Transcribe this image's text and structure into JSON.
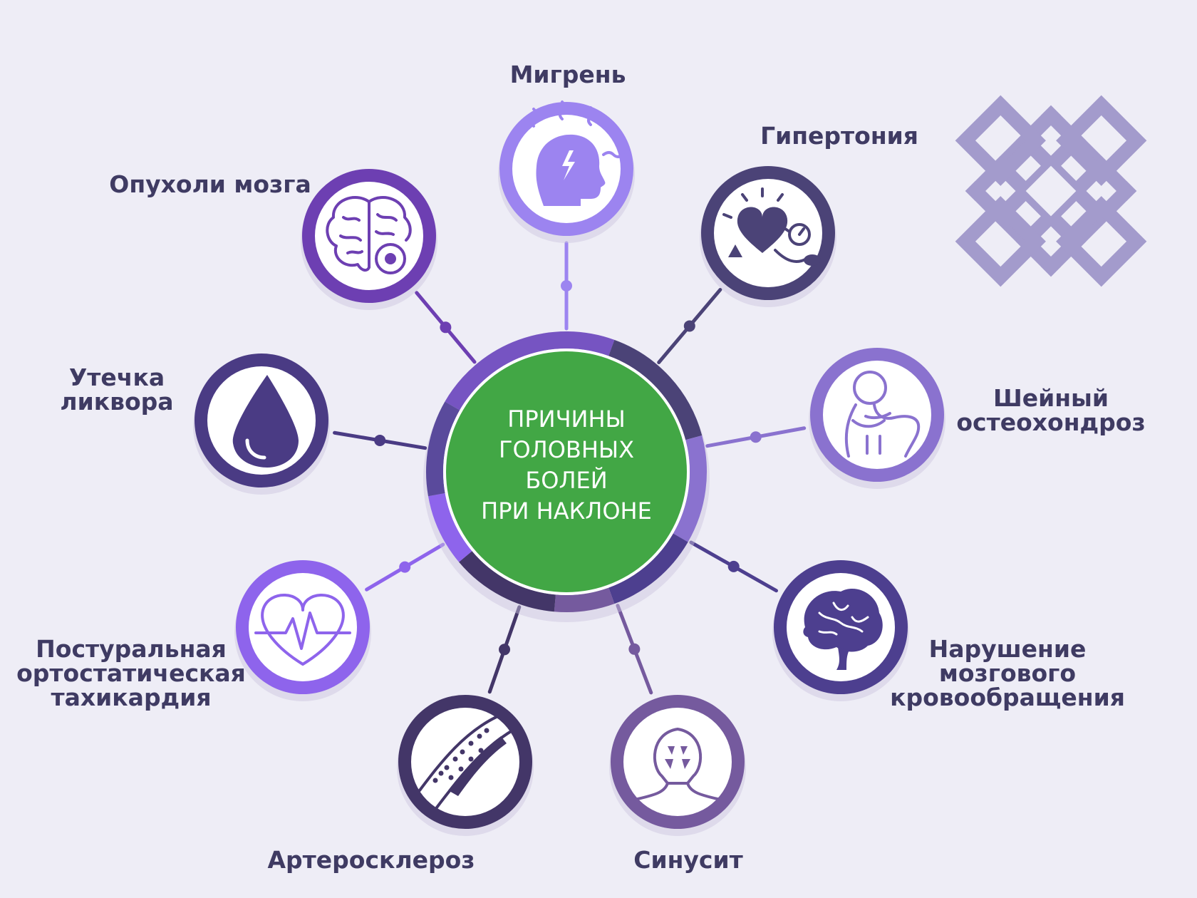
{
  "center": {
    "lines": [
      "ПРИЧИНЫ",
      "ГОЛОВНЫХ",
      "БОЛЕЙ",
      "ПРИ НАКЛОНЕ"
    ],
    "fill": "#42a745"
  },
  "colors": {
    "background": "#eeedf6",
    "label": "#3f3b63",
    "knot": "#a39bcc"
  },
  "nodes": [
    {
      "id": "migraine",
      "label": [
        "Мигрень"
      ],
      "icon": "migraine-head-icon",
      "color": "#9c84f0"
    },
    {
      "id": "hypertension",
      "label": [
        "Гипертония"
      ],
      "icon": "heart-blood-pressure-icon",
      "color": "#4b4377"
    },
    {
      "id": "osteochondrosis",
      "label": [
        "Шейный",
        "остеохондроз"
      ],
      "icon": "neck-pain-icon",
      "color": "#8a72cf"
    },
    {
      "id": "circulation",
      "label": [
        "Нарушение",
        "мозгового",
        "кровообращения"
      ],
      "icon": "brain-vessels-icon",
      "color": "#4d3f8f"
    },
    {
      "id": "sinusitis",
      "label": [
        "Синусит"
      ],
      "icon": "sinus-icon",
      "color": "#755a9e"
    },
    {
      "id": "atherosclerosis",
      "label": [
        "Артеросклероз"
      ],
      "icon": "artery-plaque-icon",
      "color": "#433668"
    },
    {
      "id": "tachycardia",
      "label": [
        "Постуральная",
        "ортостатическая",
        "тахикардия"
      ],
      "icon": "heart-pulse-icon",
      "color": "#8e64ec"
    },
    {
      "id": "csf-leak",
      "label": [
        "Утечка",
        "ликвора"
      ],
      "icon": "drop-icon",
      "color": "#4a3b84"
    },
    {
      "id": "brain-tumor",
      "label": [
        "Опухоли мозга"
      ],
      "icon": "brain-tumor-icon",
      "color": "#6d3fb2"
    }
  ]
}
